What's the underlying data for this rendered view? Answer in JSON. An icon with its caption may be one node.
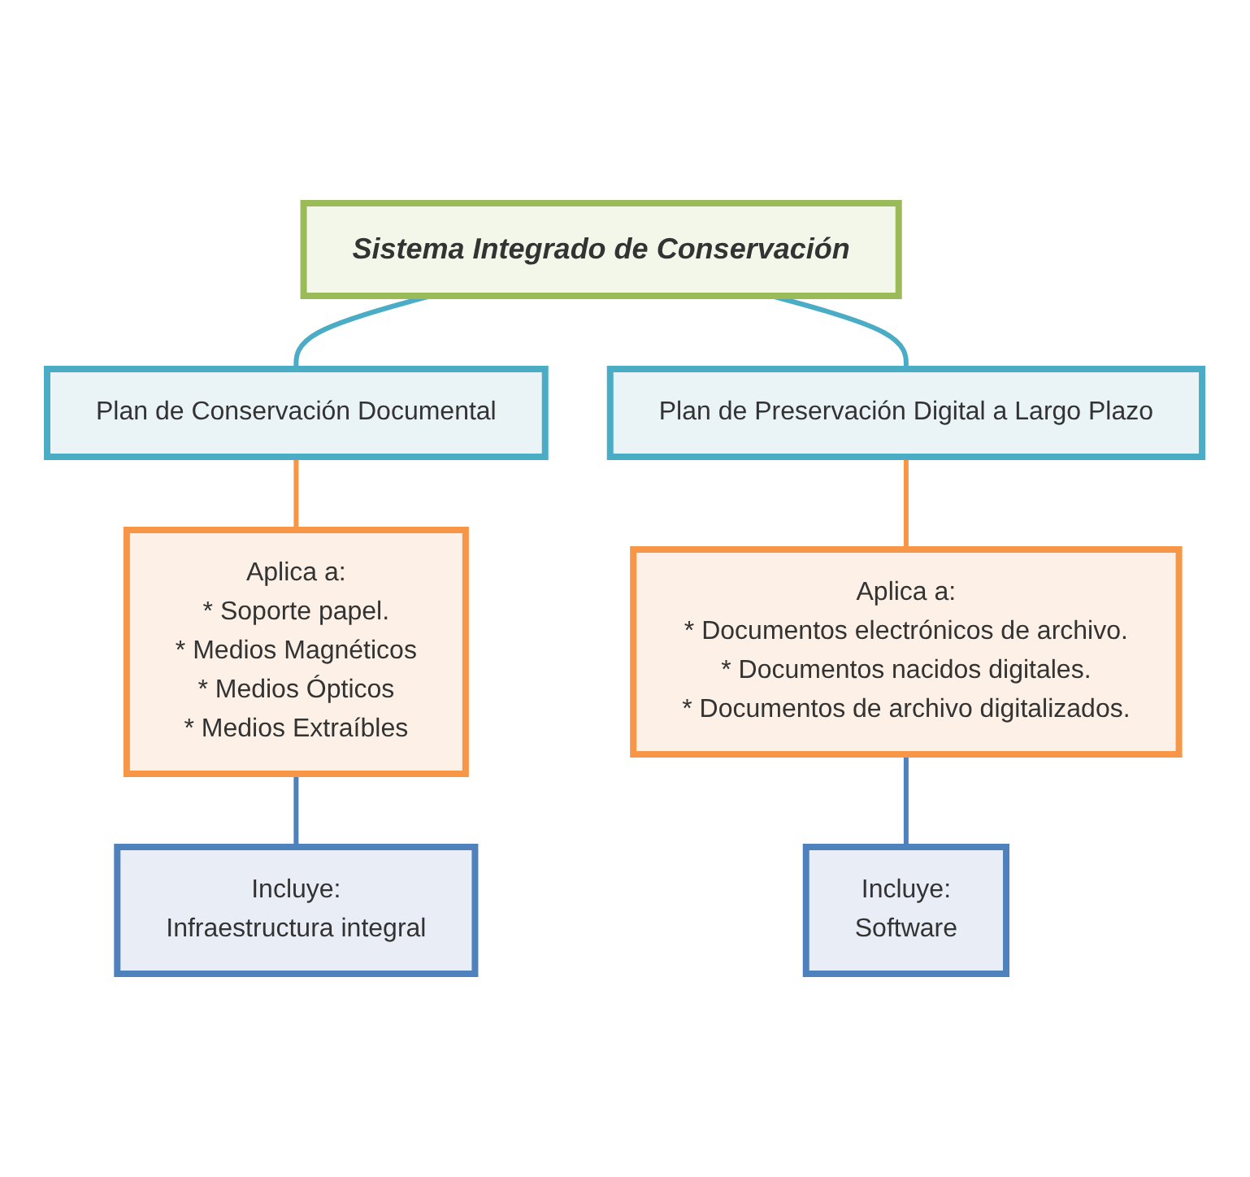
{
  "diagram": {
    "nodes": [
      {
        "text": [
          "Sistema Integrado de Conservación"
        ]
      },
      {
        "text": [
          "Plan de Conservación Documental"
        ]
      },
      {
        "text": [
          "Plan de Preservación Digital a Largo Plazo"
        ]
      },
      {
        "text": [
          "Aplica a:",
          "* Soporte papel.",
          "* Medios Magnéticos",
          "* Medios Ópticos",
          "* Medios Extraíbles"
        ]
      },
      {
        "text": [
          "Aplica a:",
          "* Documentos electrónicos de archivo.",
          "* Documentos nacidos digitales.",
          "* Documentos de archivo digitalizados."
        ]
      },
      {
        "text": [
          "Incluye:",
          "Infraestructura integral"
        ]
      },
      {
        "text": [
          "Incluye:",
          "Software"
        ]
      }
    ],
    "edges": [
      {
        "from": 0,
        "to": 1,
        "arrow": "none",
        "color": "#4bacc6"
      },
      {
        "from": 0,
        "to": 2,
        "arrow": "none",
        "color": "#4bacc6"
      },
      {
        "from": 1,
        "to": 3,
        "arrow": "none",
        "color": "#f79646"
      },
      {
        "from": 2,
        "to": 4,
        "arrow": "none",
        "color": "#f79646"
      },
      {
        "from": 3,
        "to": 5,
        "arrow": "none",
        "color": "#4f81bd"
      },
      {
        "from": 4,
        "to": 6,
        "arrow": "none",
        "color": "#4f81bd"
      }
    ]
  }
}
